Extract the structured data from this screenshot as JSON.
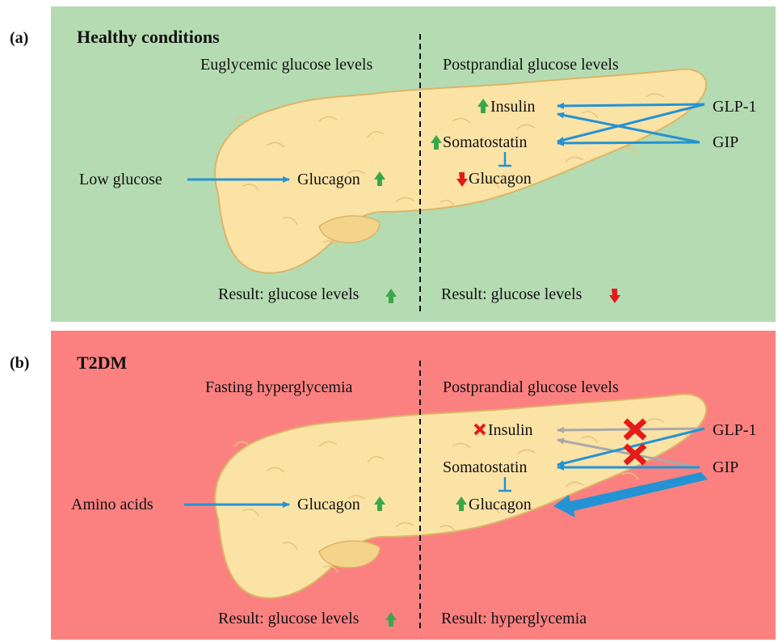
{
  "panel_a": {
    "tag": "(a)",
    "title": "Healthy conditions",
    "left_condition": "Euglycemic glucose levels",
    "right_condition": "Postprandial glucose levels",
    "input_left": "Low glucose",
    "glucagon_left": "Glucagon",
    "insulin": "Insulin",
    "somatostatin": "Somatostatin",
    "glucagon_right": "Glucagon",
    "glp1": "GLP-1",
    "gip": "GIP",
    "result_left": "Result: glucose levels",
    "result_right": "Result: glucose levels",
    "bg_color": "#b5dbb2"
  },
  "panel_b": {
    "tag": "(b)",
    "title": "T2DM",
    "left_condition": "Fasting hyperglycemia",
    "right_condition": "Postprandial glucose levels",
    "input_left": "Amino acids",
    "glucagon_left": "Glucagon",
    "insulin": "Insulin",
    "somatostatin": "Somatostatin",
    "glucagon_right": "Glucagon",
    "glp1": "GLP-1",
    "gip": "GIP",
    "result_left": "Result: glucose levels",
    "result_right": "Result: hyperglycemia",
    "bg_color": "#fb8181"
  },
  "colors": {
    "arrow_blue": "#2493d3",
    "arrow_gray": "#a9a9a9",
    "up_green": "#3aa74a",
    "down_red": "#e51a1a",
    "pancreas_fill": "#fbe3a6",
    "pancreas_stroke": "#dcb566"
  },
  "icons": {
    "up": "up-arrow-icon",
    "down": "down-arrow-icon",
    "blocked": "red-x-icon"
  }
}
